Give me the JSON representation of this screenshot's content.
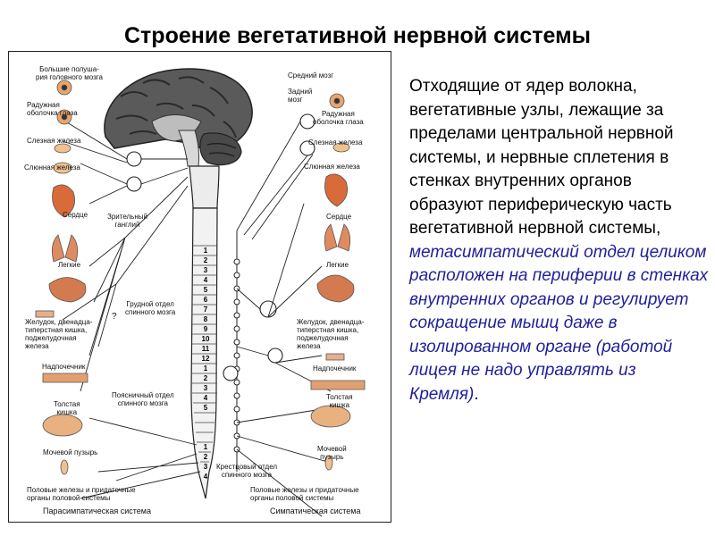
{
  "title": "Строение вегетативной нервной системы",
  "text": {
    "plain": "Отходящие от ядер волокна, вегетативные узлы, лежащие за пределами центральной нервной системы, и нервные сплетения в стенках внутренних органов образуют периферическую часть вегетативной нервной системы, ",
    "italic": "метасимпатический отдел целиком расположен на периферии в стенках внутренних органов и регулирует сокращение мышц даже в изолированном органе (работой лицея не надо управлять из Кремля)",
    "end": "."
  },
  "figure": {
    "labels": {
      "cerebrum": "Большие полуша-\nрия головного мозга",
      "midbrain": "Средний мозг",
      "hindbrain": "Задний\nмозг",
      "iris_left": "Радужная\nоболочка глаза",
      "iris_right": "Радужная\nоболочка глаза",
      "lacrimal_left": "Слезная железа",
      "lacrimal_right": "Слезная железа",
      "salivary_left": "Слюнная железа",
      "salivary_right": "Слюнная железа",
      "heart_left": "Сердце",
      "heart_right": "Сердце",
      "ciliary": "Зрительный\nганглий",
      "lungs_left": "Легкие",
      "lungs_right": "Легкие",
      "thoracic": "Грудной отдел\nспинного мозга",
      "stomach_left": "Желудок, двенадца-\nтиперстная кишка,\nподжелудочная\nжелеза",
      "stomach_right": "Желудок, двенадца-\nтиперстная кишка,\nподжелудочная\nжелеза",
      "adrenal_left": "Надпочечник",
      "adrenal_right": "Надпочечник",
      "lumbar": "Поясничный отдел\nспинного мозга",
      "colon_left": "Толстая\nкишка",
      "colon_right": "Толстая\nкишка",
      "bladder_left": "Мочевой пузырь",
      "bladder_right": "Мочевой\nпузырь",
      "sacral": "Крестцовый отдел\nспинного мозга",
      "genital_left": "Половые железы и придаточные\nорганы половой системы",
      "genital_right": "Половые железы и придаточные\nорганы половой системы",
      "question": "?",
      "parasympathetic": "Парасимпатическая система",
      "sympathetic": "Симпатическая система"
    },
    "thoracic_numbers": [
      "1",
      "2",
      "3",
      "4",
      "5",
      "6",
      "7",
      "8",
      "9",
      "10",
      "11",
      "12"
    ],
    "lumbar_numbers": [
      "1",
      "2",
      "3",
      "4",
      "5"
    ],
    "sacral_numbers": [
      "1",
      "2",
      "3",
      "4"
    ]
  }
}
